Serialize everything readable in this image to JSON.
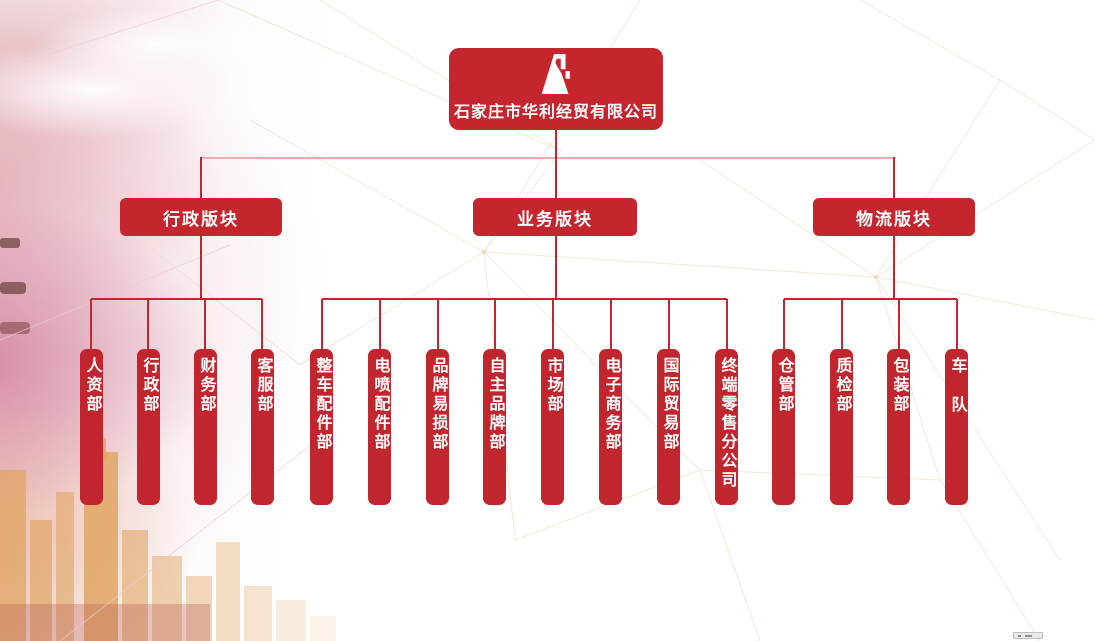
{
  "company": {
    "name": "石家庄市华利经贸有限公司",
    "logo": "huali-mountain-logo"
  },
  "sections": [
    {
      "label": "行政版块",
      "departments": [
        "人资部",
        "行政部",
        "财务部",
        "客服部"
      ]
    },
    {
      "label": "业务版块",
      "departments": [
        "整车配件部",
        "电喷配件部",
        "品牌易损部",
        "自主品牌部",
        "市场部",
        "电子商务部",
        "国际贸易部",
        "终端零售分公司"
      ]
    },
    {
      "label": "物流版块",
      "departments": [
        "仓管部",
        "质检部",
        "包装部",
        "车 队"
      ]
    }
  ],
  "colors": {
    "node_red": "#c5252d",
    "bar_red": "#c1262e",
    "connector_red": "#c0272f",
    "connector_light": "#e9aeac",
    "text": "#ffffff",
    "mesh_beige": "#efddc6"
  }
}
